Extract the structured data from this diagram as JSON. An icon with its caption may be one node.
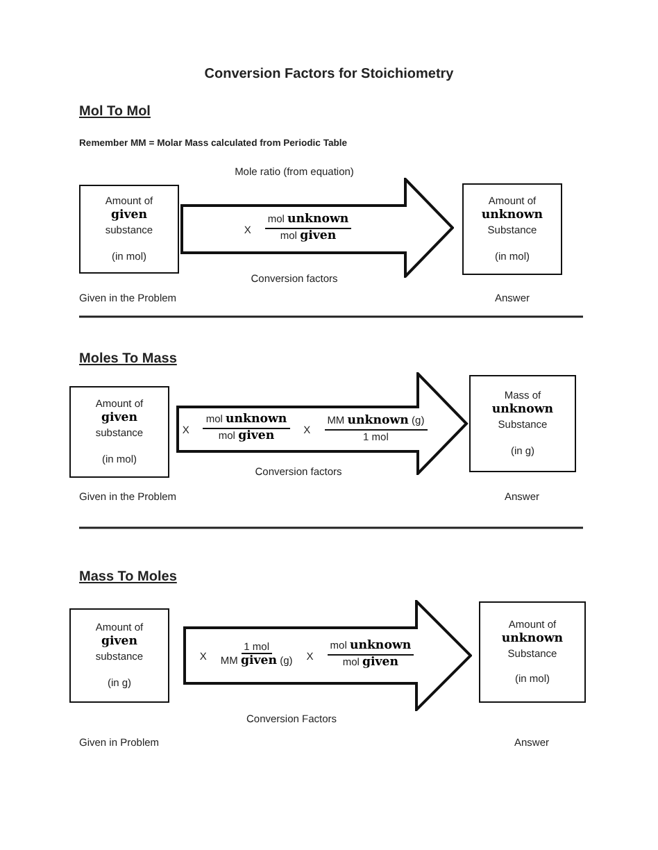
{
  "diagram": {
    "title": "Conversion Factors for Stoichiometry",
    "nodes": [
      {
        "text": [
          "Amount of **given** substance",
          "(in mol)"
        ],
        "beside": [
          "Given in the Problem"
        ]
      },
      {
        "text": [
          "X",
          "mol **unknown**",
          "mol **given**"
        ],
        "beside": [
          "Mole ratio (from equation)",
          "Conversion factors"
        ]
      },
      {
        "text": [
          "Amount of **unknown** Substance",
          "(in mol)"
        ],
        "beside": [
          "Answer"
        ]
      },
      {
        "text": [
          "Amount of **given** substance",
          "(in mol)"
        ],
        "beside": [
          "Given in the Problem"
        ]
      },
      {
        "text": [
          "X",
          "mol **unknown**",
          "mol **given**",
          "X",
          "MM **unknown** (g)",
          "1 mol"
        ],
        "beside": [
          "Conversion factors"
        ]
      },
      {
        "text": [
          "Mass of **unknown** Substance",
          "(in g)"
        ],
        "beside": [
          "Answer"
        ]
      },
      {
        "text": [
          "Amount of **given** substance",
          "(in g)"
        ],
        "beside": [
          "Given in Problem"
        ]
      },
      {
        "text": [
          "X",
          "1 mol",
          "MM **given** (g)",
          "X",
          "mol **unknown**",
          "mol **given**"
        ],
        "beside": [
          "Conversion Factors"
        ]
      },
      {
        "text": [
          "Amount of **unknown** Substance",
          "(in mol)"
        ],
        "beside": [
          "Answer"
        ]
      }
    ],
    "edges": [
      {
        "from": 0,
        "to": 2,
        "arrow": "to",
        "style": "thick"
      },
      {
        "from": 3,
        "to": 5,
        "arrow": "to",
        "style": "thick"
      },
      {
        "from": 6,
        "to": 8,
        "arrow": "to",
        "style": "thick"
      }
    ],
    "labels": [
      "Mol To Mol",
      "Remember MM = Molar Mass calculated from Periodic Table",
      "Moles To Mass",
      "Mass To Moles"
    ]
  }
}
